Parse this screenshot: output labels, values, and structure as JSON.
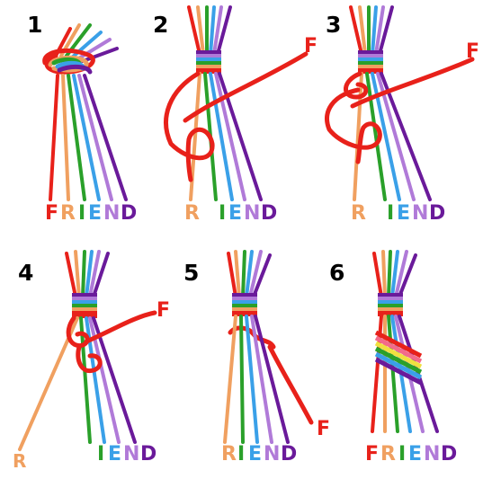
{
  "panels": [
    {
      "number": "1",
      "letters": [
        "F",
        "R",
        "I",
        "E",
        "N",
        "D"
      ]
    },
    {
      "number": "2",
      "letters": [
        "R",
        "I",
        "E",
        "N",
        "D"
      ],
      "free_thread_label": "F"
    },
    {
      "number": "3",
      "letters": [
        "R",
        "I",
        "E",
        "N",
        "D"
      ],
      "free_thread_label": "F"
    },
    {
      "number": "4",
      "letters": [
        "R",
        "I",
        "E",
        "N",
        "D"
      ],
      "free_thread_label": "F"
    },
    {
      "number": "5",
      "letters": [
        "R",
        "I",
        "E",
        "N",
        "D"
      ],
      "free_thread_label": "F"
    },
    {
      "number": "6",
      "letters": [
        "F",
        "R",
        "I",
        "E",
        "N",
        "D"
      ]
    }
  ],
  "colors": {
    "red": "#e8211a",
    "orange": "#f0a060",
    "green": "#2aa02a",
    "blue": "#3aa0e8",
    "lilac": "#b07ad8",
    "purple": "#6a1a9a",
    "pink": "#f36a8a",
    "yellow": "#f0e040"
  }
}
